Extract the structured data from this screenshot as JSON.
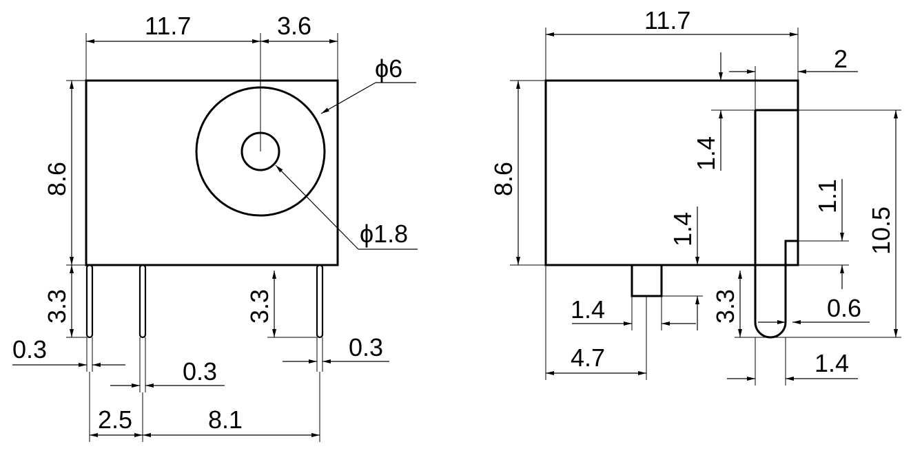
{
  "front_view": {
    "width": "11.7",
    "jack_offset": "3.6",
    "outer_diameter": "ϕ6",
    "inner_diameter": "ϕ1.8",
    "height": "8.6",
    "pin_length_left": "3.3",
    "pin_length_right": "3.3",
    "pin_width_left": "0.3",
    "pin_width_middle": "0.3",
    "pin_width_right": "0.3",
    "pin_pitch_a": "2.5",
    "pin_pitch_b": "8.1"
  },
  "side_view": {
    "width": "11.7",
    "top_offset": "2",
    "height": "8.6",
    "slot_depth": "1.4",
    "pin_height": "10.5",
    "tab_height": "1.1",
    "post_height": "1.4",
    "post_width": "1.4",
    "post_position": "4.7",
    "pin_length": "3.3",
    "pin_thickness": "0.6",
    "pin_width": "1.4"
  }
}
